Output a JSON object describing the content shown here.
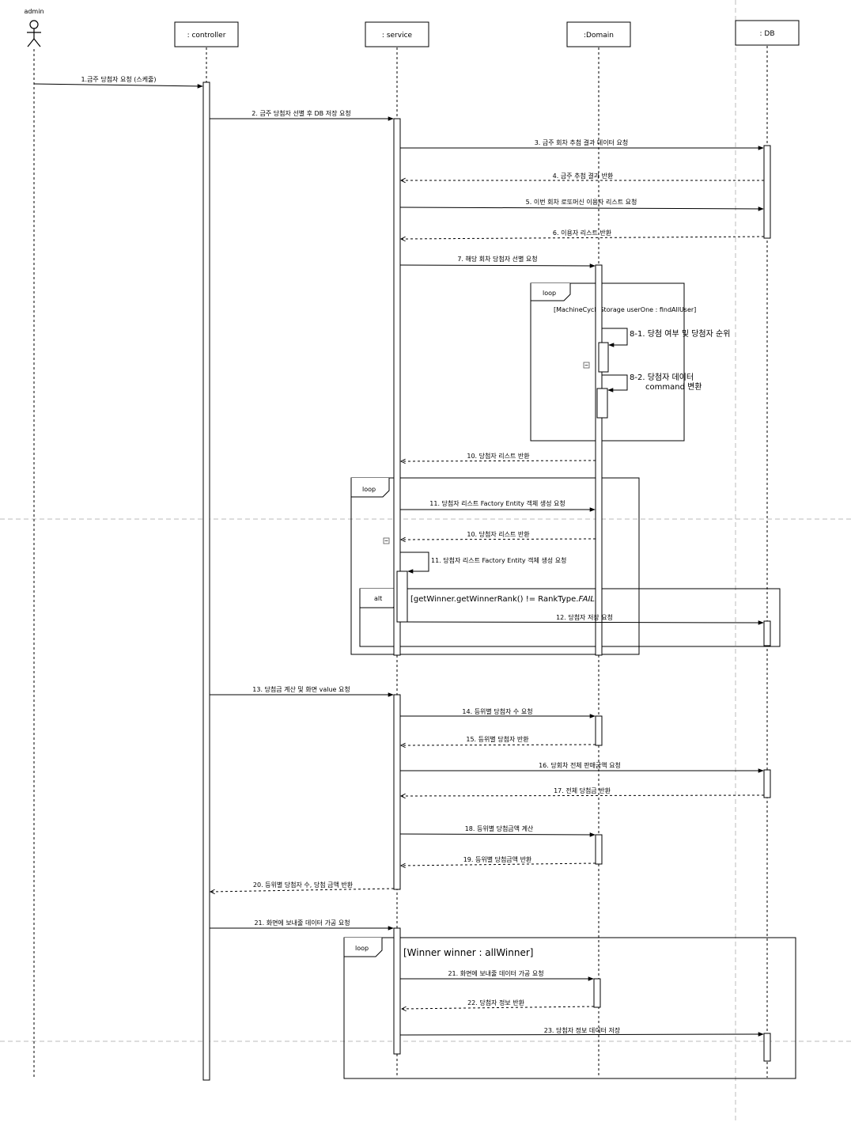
{
  "actor": {
    "label": "admin"
  },
  "participants": [
    {
      "label": ": controller"
    },
    {
      "label": ": service"
    },
    {
      "label": ":Domain"
    },
    {
      "label": ": DB"
    }
  ],
  "messages": [
    "1.금주 당첨자 요청 (스케줄)",
    "2. 금주 당첨자 선별 후 DB 저장 요청",
    "3. 금주 회차 추첨 결과 데이터 요청",
    "4. 금주 추첨 결과 반환",
    "5. 이번 회차 로또머신 이용자 리스트 요청",
    "6. 이용자 리스트 반환",
    "7. 해당 회차 당첨자 선별 요청",
    "8-1. 당첨 여부 및 당첨자 순위",
    "8-2. 당첨자 데이터",
    "command 변환",
    "10. 당첨자 리스트 반환",
    "11. 당첨자 리스트 Factory Entity 객체 생성 요청",
    "10. 당첨자 리스트 반환",
    "11. 당첨자 리스트 Factory Entity 객체 생성 요청",
    "12. 당첨자 저장 요청",
    "13. 당첨금 계산 및 화면 value 요청",
    "14. 등위별 당첨자 수 요청",
    "15. 등위별 당첨자 반환",
    "16. 당회차 전체 판매금액 요청",
    "17. 전체 당첨금 반환",
    "18. 등위별 당첨금액 계산",
    "19. 등위별 당첨금액 반환",
    "20. 등위별 당첨자 수, 당첨 금액 반환",
    "21. 화면에 보내줄 데이터 가공 요청",
    "21. 화면에 보내줄 데이터 가공 요청",
    "22. 당첨자 정보 반환",
    "23. 당첨자 정보 데이터 저장"
  ],
  "fragments": {
    "loop1": {
      "operator": "loop",
      "guard": "[MachineCycleStorage userOne : findAllUser]"
    },
    "loop2": {
      "operator": "loop"
    },
    "alt": {
      "operator": "alt",
      "guard": "[getWinner.getWinnerRank() != RankType.",
      "guard_italic": "FAIL",
      "guard_end": "]"
    },
    "loop3": {
      "operator": "loop",
      "guard": "[Winner winner : allWinner]"
    }
  },
  "colors": {
    "line": "#000000",
    "page_break": "#bbbbbb"
  }
}
